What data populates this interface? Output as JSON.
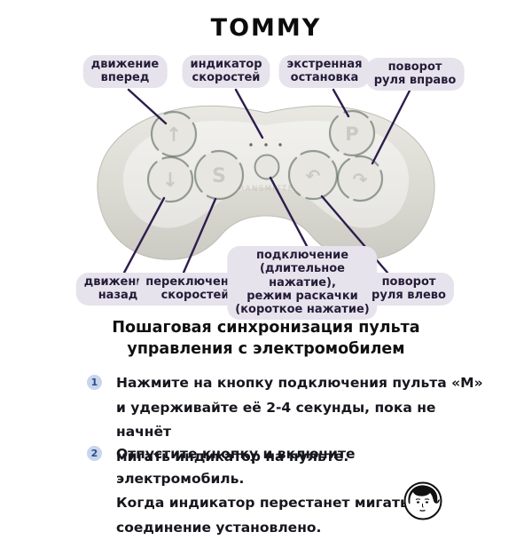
{
  "title": "TOMMY",
  "diagram": {
    "callouts": {
      "forward": "движение\nвперед",
      "speed_indicator": "индикатор\nскоростей",
      "emergency_stop": "экстренная\nостановка",
      "turn_right": "поворот\nруля вправо",
      "backward": "движение\nназад",
      "gear_shift": "переключение\nскоростей",
      "connect": "подключение\n(длительное\nнажатие),\nрежим раскачки\n(короткое нажатие)",
      "turn_left": "поворот\nруля влево"
    },
    "remote": {
      "watermark": "TRANSMITTER",
      "glyphs": {
        "forward": "↑",
        "backward": "↓",
        "speed": "S",
        "stop": "P",
        "turn_left": "↶",
        "turn_right": "↷"
      }
    }
  },
  "sync": {
    "heading": "Пошаговая синхронизация пульта\nуправления с электромобилем",
    "steps": [
      {
        "num": "1",
        "text": "Нажмите на кнопку подключения пульта «М»\nи удерживайте её 2-4 секунды, пока не начнёт\nмигать индикатор на пульте."
      },
      {
        "num": "2",
        "text": "Отпустите кнопку и включите электромобиль.\nКогда индикатор перестанет мигать -\nсоединение установлено."
      }
    ]
  },
  "colors": {
    "callout_bg": "#e6e3ec",
    "callout_text": "#241c38",
    "leader_line": "#2e1d4d",
    "step_badge_bg": "#c9d5ec",
    "step_badge_text": "#2b4d8c",
    "remote_body": "#dbdad3"
  }
}
